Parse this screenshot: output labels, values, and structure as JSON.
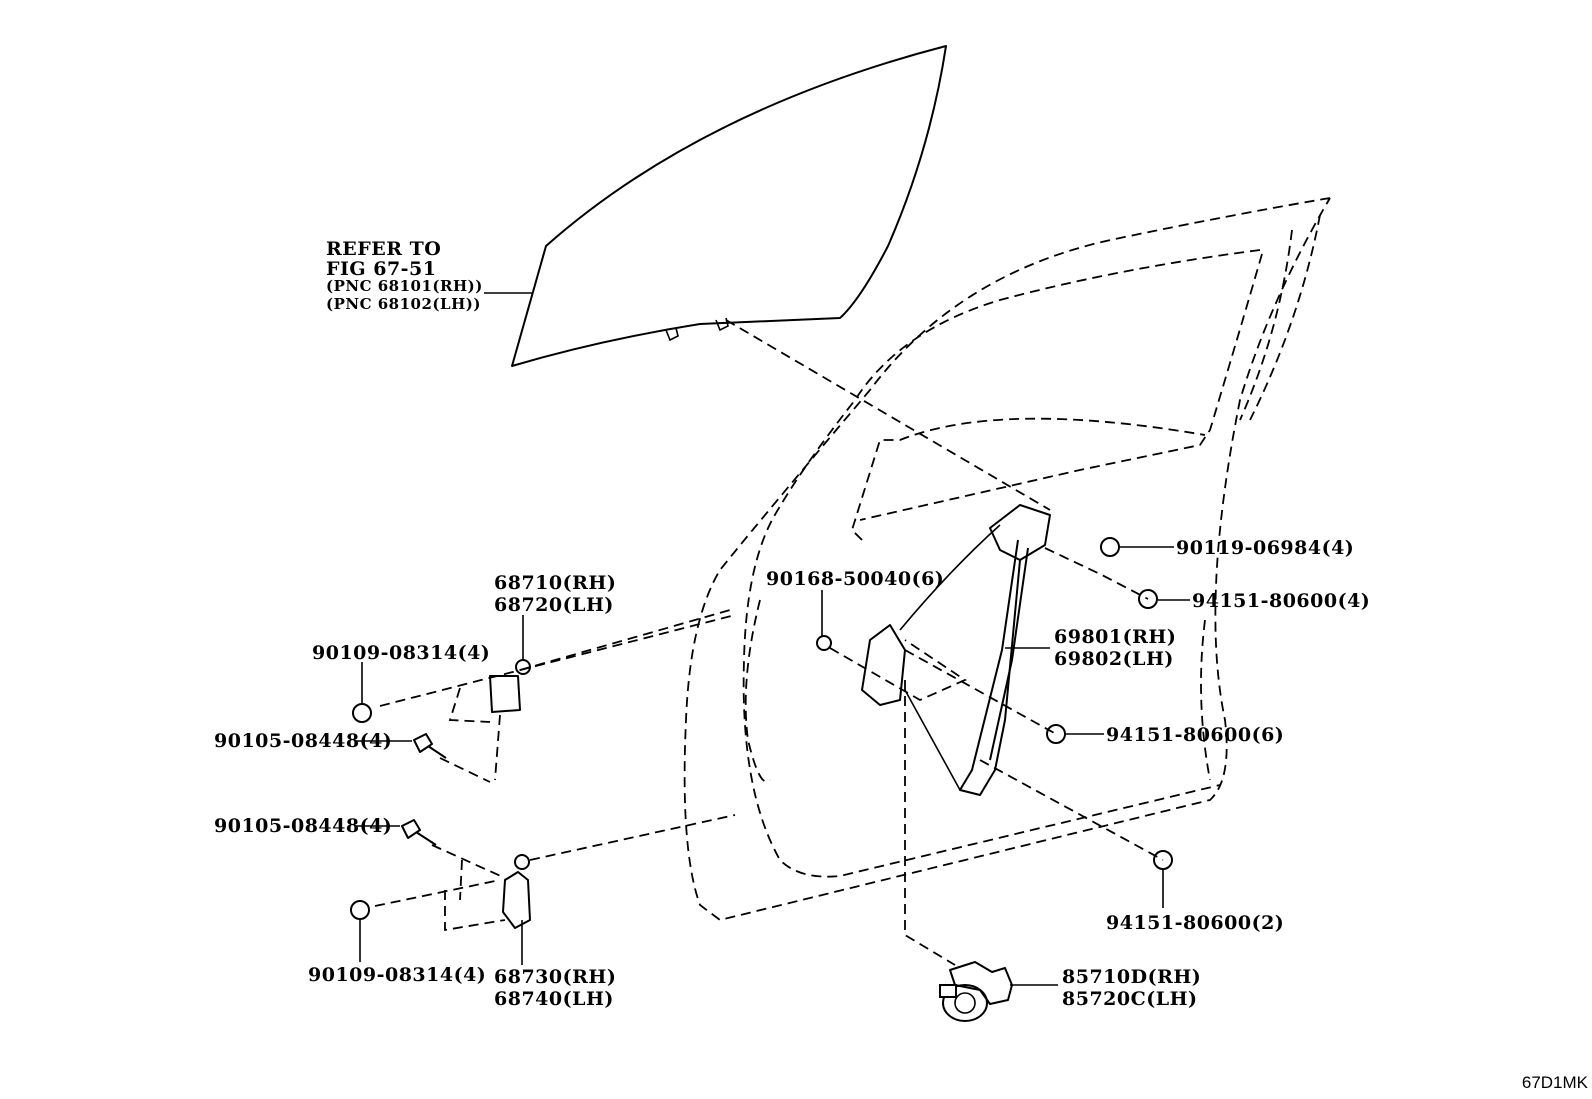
{
  "refer": {
    "line1": "REFER TO",
    "line2": "FIG 67-51",
    "line3": "(PNC 68101(RH))",
    "line4": "(PNC 68102(LH))"
  },
  "labels": {
    "p90119": "90119-06984(4)",
    "p94151_4": "94151-80600(4)",
    "p90168": "90168-50040(6)",
    "p69801": "69801(RH)",
    "p69802": "69802(LH)",
    "p94151_6": "94151-80600(6)",
    "p94151_2": "94151-80600(2)",
    "p85710": "85710D(RH)",
    "p85720": "85720C(LH)",
    "p68710": "68710(RH)",
    "p68720": "68720(LH)",
    "p90109_top": "90109-08314(4)",
    "p90105_top": "90105-08448(4)",
    "p90105_bot": "90105-08448(4)",
    "p90109_bot": "90109-08314(4)",
    "p68730": "68730(RH)",
    "p68740": "68740(LH)"
  },
  "figure_id": "67D1MK"
}
